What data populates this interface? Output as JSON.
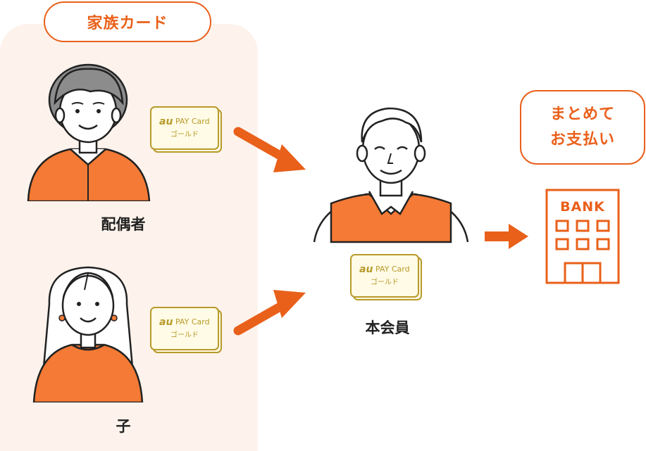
{
  "family_card_label": "家族カード",
  "people": {
    "spouse": "配偶者",
    "child": "子",
    "main_member": "本会員"
  },
  "card": {
    "brand": "au",
    "name": "PAY Card",
    "tier": "ゴールド"
  },
  "payment_badge": {
    "line1": "まとめて",
    "line2": "お支払い"
  },
  "bank_label": "BANK",
  "colors": {
    "accent": "#e9601a",
    "person_fill": "#f47a35",
    "panel_bg": "#fdf3ec",
    "card_gold": "#b89a2a",
    "card_bg": "#fffbe6"
  }
}
